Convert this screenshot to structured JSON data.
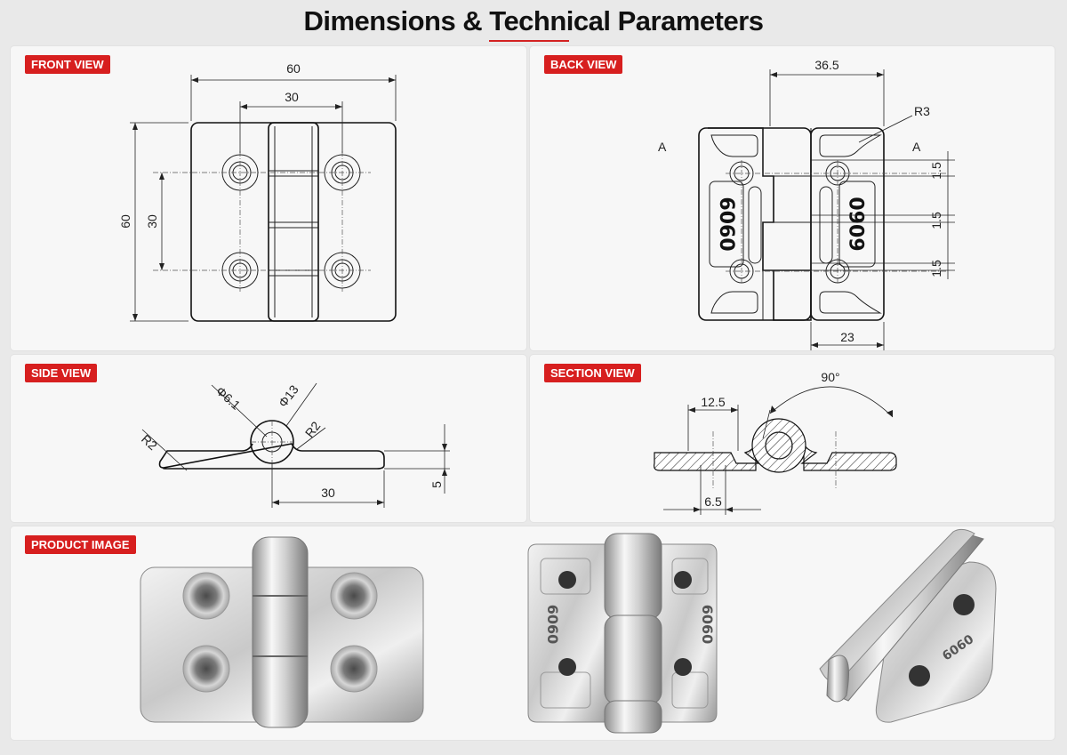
{
  "page": {
    "title": "Dimensions & Technical Parameters"
  },
  "panels": {
    "front": {
      "label": "FRONT VIEW"
    },
    "back": {
      "label": "BACK VIEW"
    },
    "side": {
      "label": "SIDE VIEW"
    },
    "section": {
      "label": "SECTION VIEW"
    },
    "product": {
      "label": "PRODUCT IMAGE"
    }
  },
  "front_dims": {
    "width": "60",
    "pitch_h": "30",
    "height": "60",
    "pitch_v": "30"
  },
  "back_dims": {
    "top": "36.5",
    "radius": "R3",
    "a_left": "A",
    "a_right": "A",
    "gap1": "1.5",
    "gap2": "1.5",
    "gap3": "1.5",
    "bottom": "23",
    "emboss": "6060"
  },
  "side_dims": {
    "hole": "Φ6.1",
    "outer": "Φ13",
    "r_left": "R2",
    "r_right": "R2",
    "length": "30",
    "thickness": "5"
  },
  "section_dims": {
    "angle": "90°",
    "width_top": "12.5",
    "width_bottom": "6.5"
  },
  "product_images": {
    "emboss": "6060"
  }
}
